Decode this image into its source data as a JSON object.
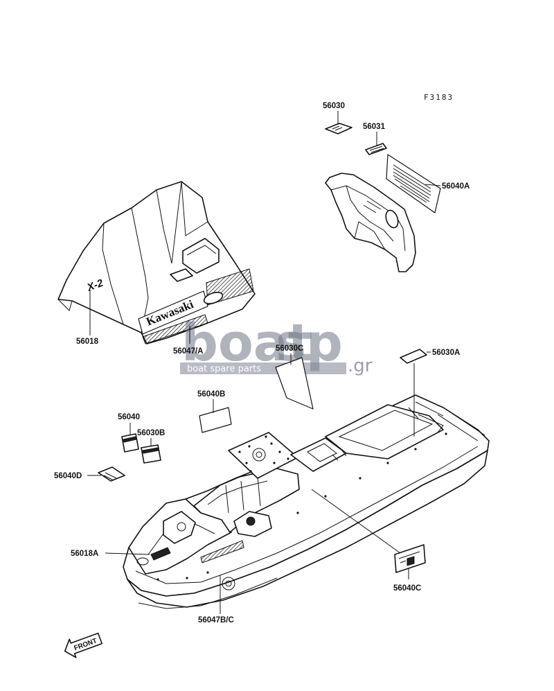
{
  "figure_code": "F3183",
  "labels": {
    "p56030": "56030",
    "p56031": "56031",
    "p56040A": "56040A",
    "p56018": "56018",
    "p56047A": "56047/A",
    "p56030C": "56030C",
    "p56030A": "56030A",
    "p56040B": "56040B",
    "p56040": "56040",
    "p56030B": "56030B",
    "p56040D": "56040D",
    "p56018A": "56018A",
    "p56040C": "56040C",
    "p56047BC": "56047B/C"
  },
  "front_arrow": "FRONT",
  "decals": {
    "hood_model": "X-2",
    "hood_brand": "Kawasaki"
  },
  "watermark": {
    "brand_left": "boat",
    "brand_right": "sp",
    "suffix": ".gr",
    "tagline": "boat spare parts",
    "brand_color": "#6f7684"
  }
}
